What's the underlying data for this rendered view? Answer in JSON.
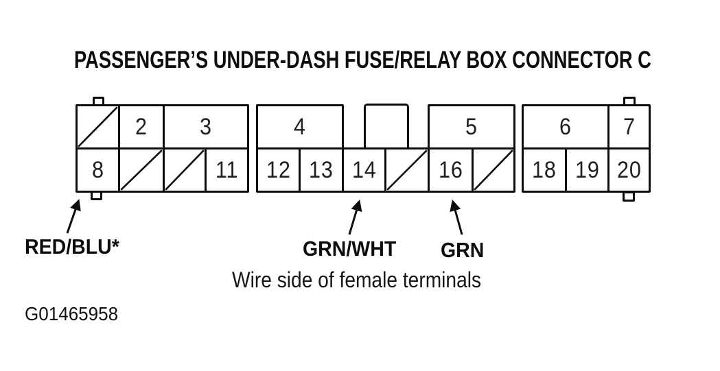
{
  "title": "PASSENGER’S UNDER-DASH FUSE/RELAY BOX CONNECTOR C",
  "caption": "Wire side of female terminals",
  "figure_code": "G01465958",
  "colors": {
    "ink": "#0d0d0d",
    "paper": "#ffffff"
  },
  "connector": {
    "terminals": {
      "2": "2",
      "3": "3",
      "4": "4",
      "5": "5",
      "6": "6",
      "7": "7",
      "8": "8",
      "11": "11",
      "12": "12",
      "13": "13",
      "14": "14",
      "16": "16",
      "18": "18",
      "19": "19",
      "20": "20"
    }
  },
  "wire_labels": [
    {
      "label": "RED/BLU*"
    },
    {
      "label": "GRN/WHT"
    },
    {
      "label": "GRN"
    }
  ]
}
